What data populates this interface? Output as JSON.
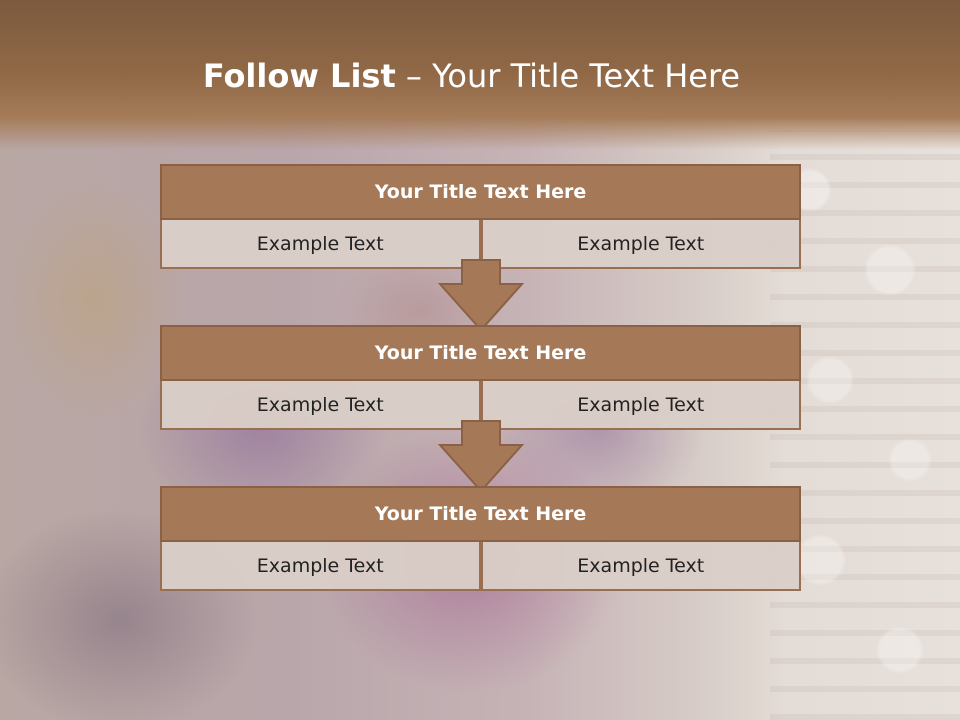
{
  "slide": {
    "title_bold": "Follow List",
    "title_separator": "–",
    "title_rest": "Your Title Text Here"
  },
  "blocks": [
    {
      "title": "Your Title Text Here",
      "left": "Example Text",
      "right": "Example Text"
    },
    {
      "title": "Your Title Text Here",
      "left": "Example Text",
      "right": "Example Text"
    },
    {
      "title": "Your Title Text Here",
      "left": "Example Text",
      "right": "Example Text"
    }
  ],
  "colors": {
    "header_brown": "#916947",
    "block_header": "#a57858",
    "block_cell": "#dacfc8",
    "arrow": "#a57858"
  }
}
